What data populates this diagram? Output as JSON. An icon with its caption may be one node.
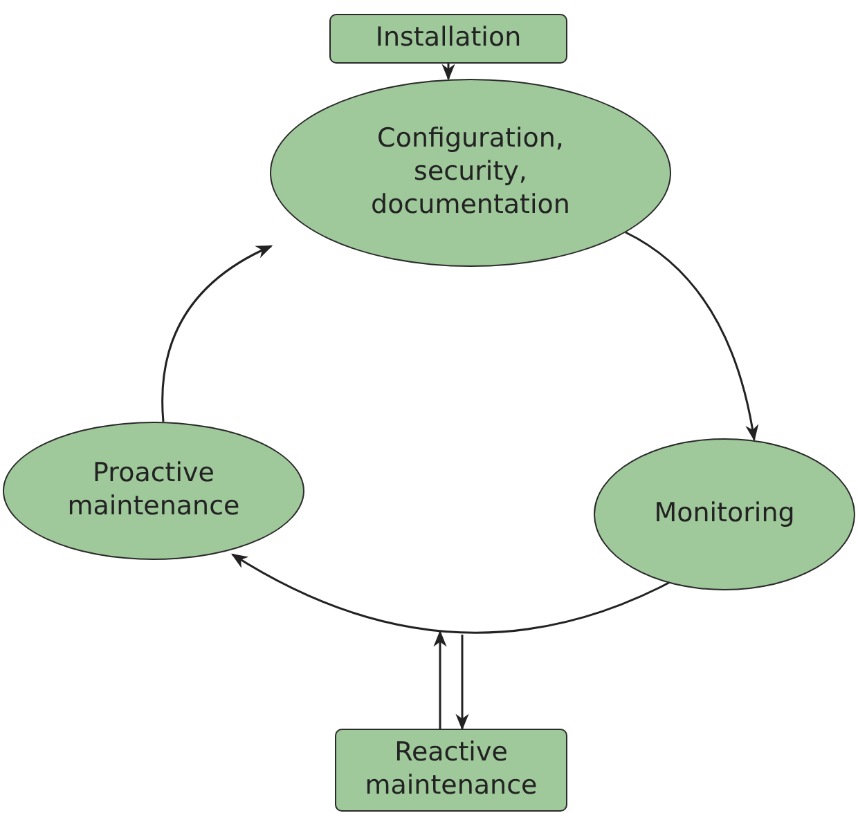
{
  "diagram": {
    "nodes": [
      {
        "text": [
          "Installation"
        ]
      },
      {
        "text": [
          "Configuration, security, documentation"
        ]
      },
      {
        "text": [
          "Proactive maintenance"
        ]
      },
      {
        "text": [
          "Monitoring"
        ]
      },
      {
        "text": [
          "Reactive maintenance"
        ]
      }
    ],
    "edges": [
      {
        "from": 0,
        "to": 1,
        "arrow": "to"
      },
      {
        "from": 1,
        "to": 3,
        "arrow": "to"
      },
      {
        "from": 3,
        "to": 2,
        "arrow": "to"
      },
      {
        "from": 2,
        "to": 1,
        "arrow": "to"
      },
      {
        "from": 4,
        "to": null,
        "arrow": "to"
      },
      {
        "from": null,
        "to": 4,
        "arrow": "to"
      }
    ]
  }
}
